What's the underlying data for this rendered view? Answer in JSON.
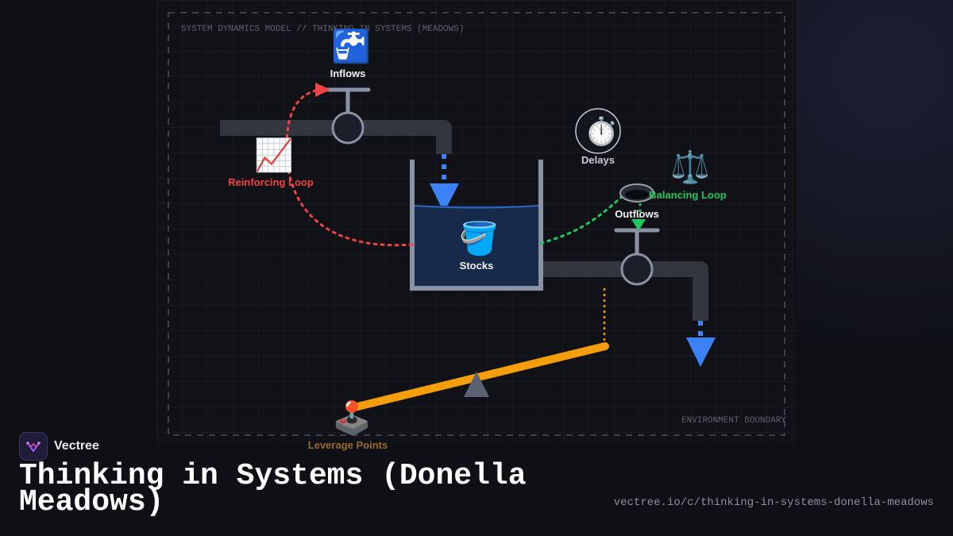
{
  "diagram": {
    "header_text": "SYSTEM DYNAMICS MODEL // THINKING IN SYSTEMS (MEADOWS)",
    "boundary_label": "ENVIRONMENT BOUNDARY",
    "nodes": {
      "inflows": {
        "label": "Inflows",
        "icon": "faucet-icon"
      },
      "stocks": {
        "label": "Stocks",
        "icon": "bucket-icon"
      },
      "outflows": {
        "label": "Outflows",
        "icon": "drain-icon"
      },
      "delays": {
        "label": "Delays",
        "icon": "stopwatch-icon"
      },
      "reinforcing_loop": {
        "label": "Reinforcing Loop",
        "icon": "chart-increasing-icon"
      },
      "balancing_loop": {
        "label": "Balancing Loop",
        "icon": "scales-icon"
      },
      "leverage_points": {
        "label": "Leverage Points",
        "icon": "joystick-icon"
      }
    },
    "colors": {
      "background": "#0f1016",
      "water": "#3b82f6",
      "reinforcing": "#ef4444",
      "balancing": "#22c55e",
      "leverage": "#f59e0b",
      "pipe": "#33363f"
    }
  },
  "footer": {
    "brand_name": "Vectree",
    "title": "Thinking in Systems (Donella Meadows)",
    "url": "vectree.io/c/thinking-in-systems-donella-meadows"
  }
}
